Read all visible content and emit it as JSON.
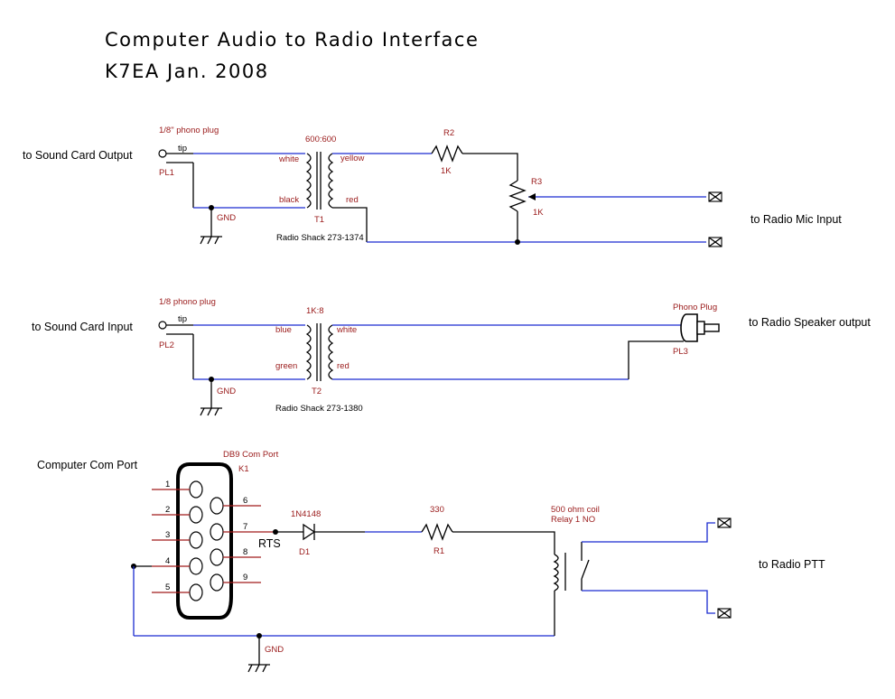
{
  "header": {
    "title": "Computer Audio to Radio Interface",
    "subtitle": "K7EA  Jan. 2008"
  },
  "section1": {
    "left_label": "to Sound Card Output",
    "plug_note": "1/8\" phono plug",
    "tip": "tip",
    "plug_ref": "PL1",
    "gnd": "GND",
    "transformer_ratio": "600:600",
    "wire_white": "white",
    "wire_black": "black",
    "wire_yellow": "yellow",
    "wire_red": "red",
    "transformer_ref": "T1",
    "part_number": "Radio Shack 273-1374",
    "r2_ref": "R2",
    "r2_value": "1K",
    "r3_ref": "R3",
    "r3_value": "1K",
    "right_label": "to Radio Mic Input"
  },
  "section2": {
    "left_label": "to Sound Card Input",
    "plug_note": "1/8 phono plug",
    "tip": "tip",
    "plug_ref": "PL2",
    "gnd": "GND",
    "transformer_ratio": "1K:8",
    "wire_blue": "blue",
    "wire_green": "green",
    "wire_white": "white",
    "wire_red": "red",
    "transformer_ref": "T2",
    "part_number": "Radio Shack 273-1380",
    "phono_plug": "Phono Plug",
    "phono_ref": "PL3",
    "right_label": "to Radio Speaker output"
  },
  "section3": {
    "left_label": "Computer Com Port",
    "connector_name": "DB9 Com Port",
    "connector_ref": "K1",
    "pins": [
      "1",
      "2",
      "3",
      "4",
      "5",
      "6",
      "7",
      "8",
      "9"
    ],
    "rts": "RTS",
    "diode_part": "1N4148",
    "diode_ref": "D1",
    "r1_value": "330",
    "r1_ref": "R1",
    "relay_coil": "500 ohm coil",
    "relay_ref": "Relay 1  NO",
    "gnd": "GND",
    "right_label": "to Radio PTT"
  },
  "colors": {
    "wire_blue": "#1a2bd0",
    "wire_red": "#a01a1a",
    "label_red": "#9a1a1a"
  }
}
